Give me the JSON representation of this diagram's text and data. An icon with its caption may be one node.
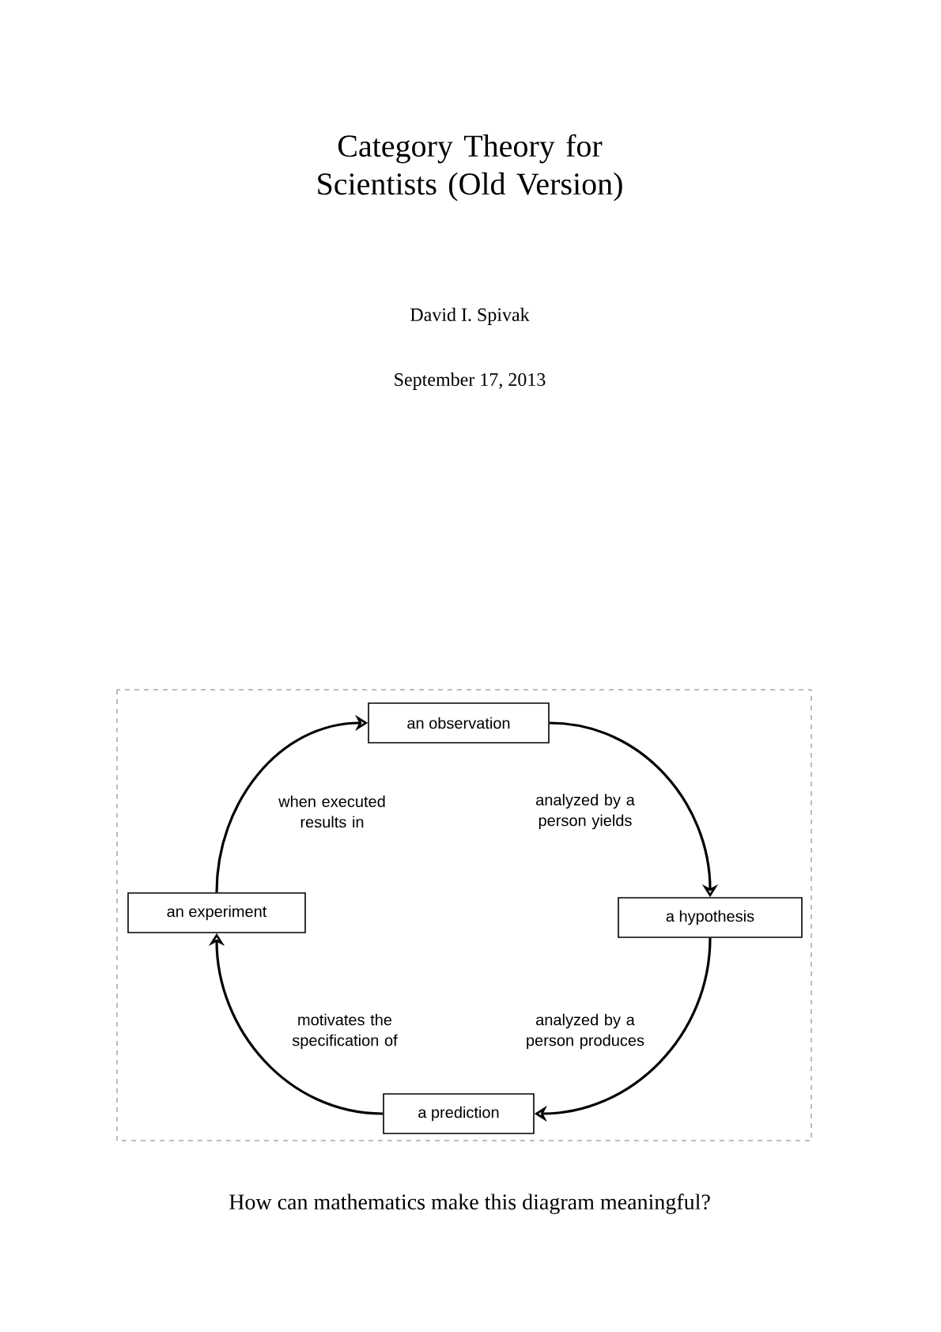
{
  "diagram": {
    "title": "Category Theory for Scientists (Old Version)",
    "nodes": [
      {
        "text": [
          "an observation"
        ]
      },
      {
        "text": [
          "a hypothesis"
        ]
      },
      {
        "text": [
          "a prediction"
        ]
      },
      {
        "text": [
          "an experiment"
        ]
      }
    ],
    "edges": [
      {
        "from": 0,
        "to": 1,
        "arrow": "to",
        "label": "analyzed by a person yields"
      },
      {
        "from": 1,
        "to": 2,
        "arrow": "to",
        "label": "analyzed by a person produces"
      },
      {
        "from": 2,
        "to": 3,
        "arrow": "to",
        "label": "motivates the specification of"
      },
      {
        "from": 3,
        "to": 0,
        "arrow": "to",
        "label": "when executed results in"
      }
    ],
    "labels": [
      "David I. Spivak",
      "September 17, 2013"
    ],
    "caption": "How can mathematics make this diagram meaningful?"
  }
}
